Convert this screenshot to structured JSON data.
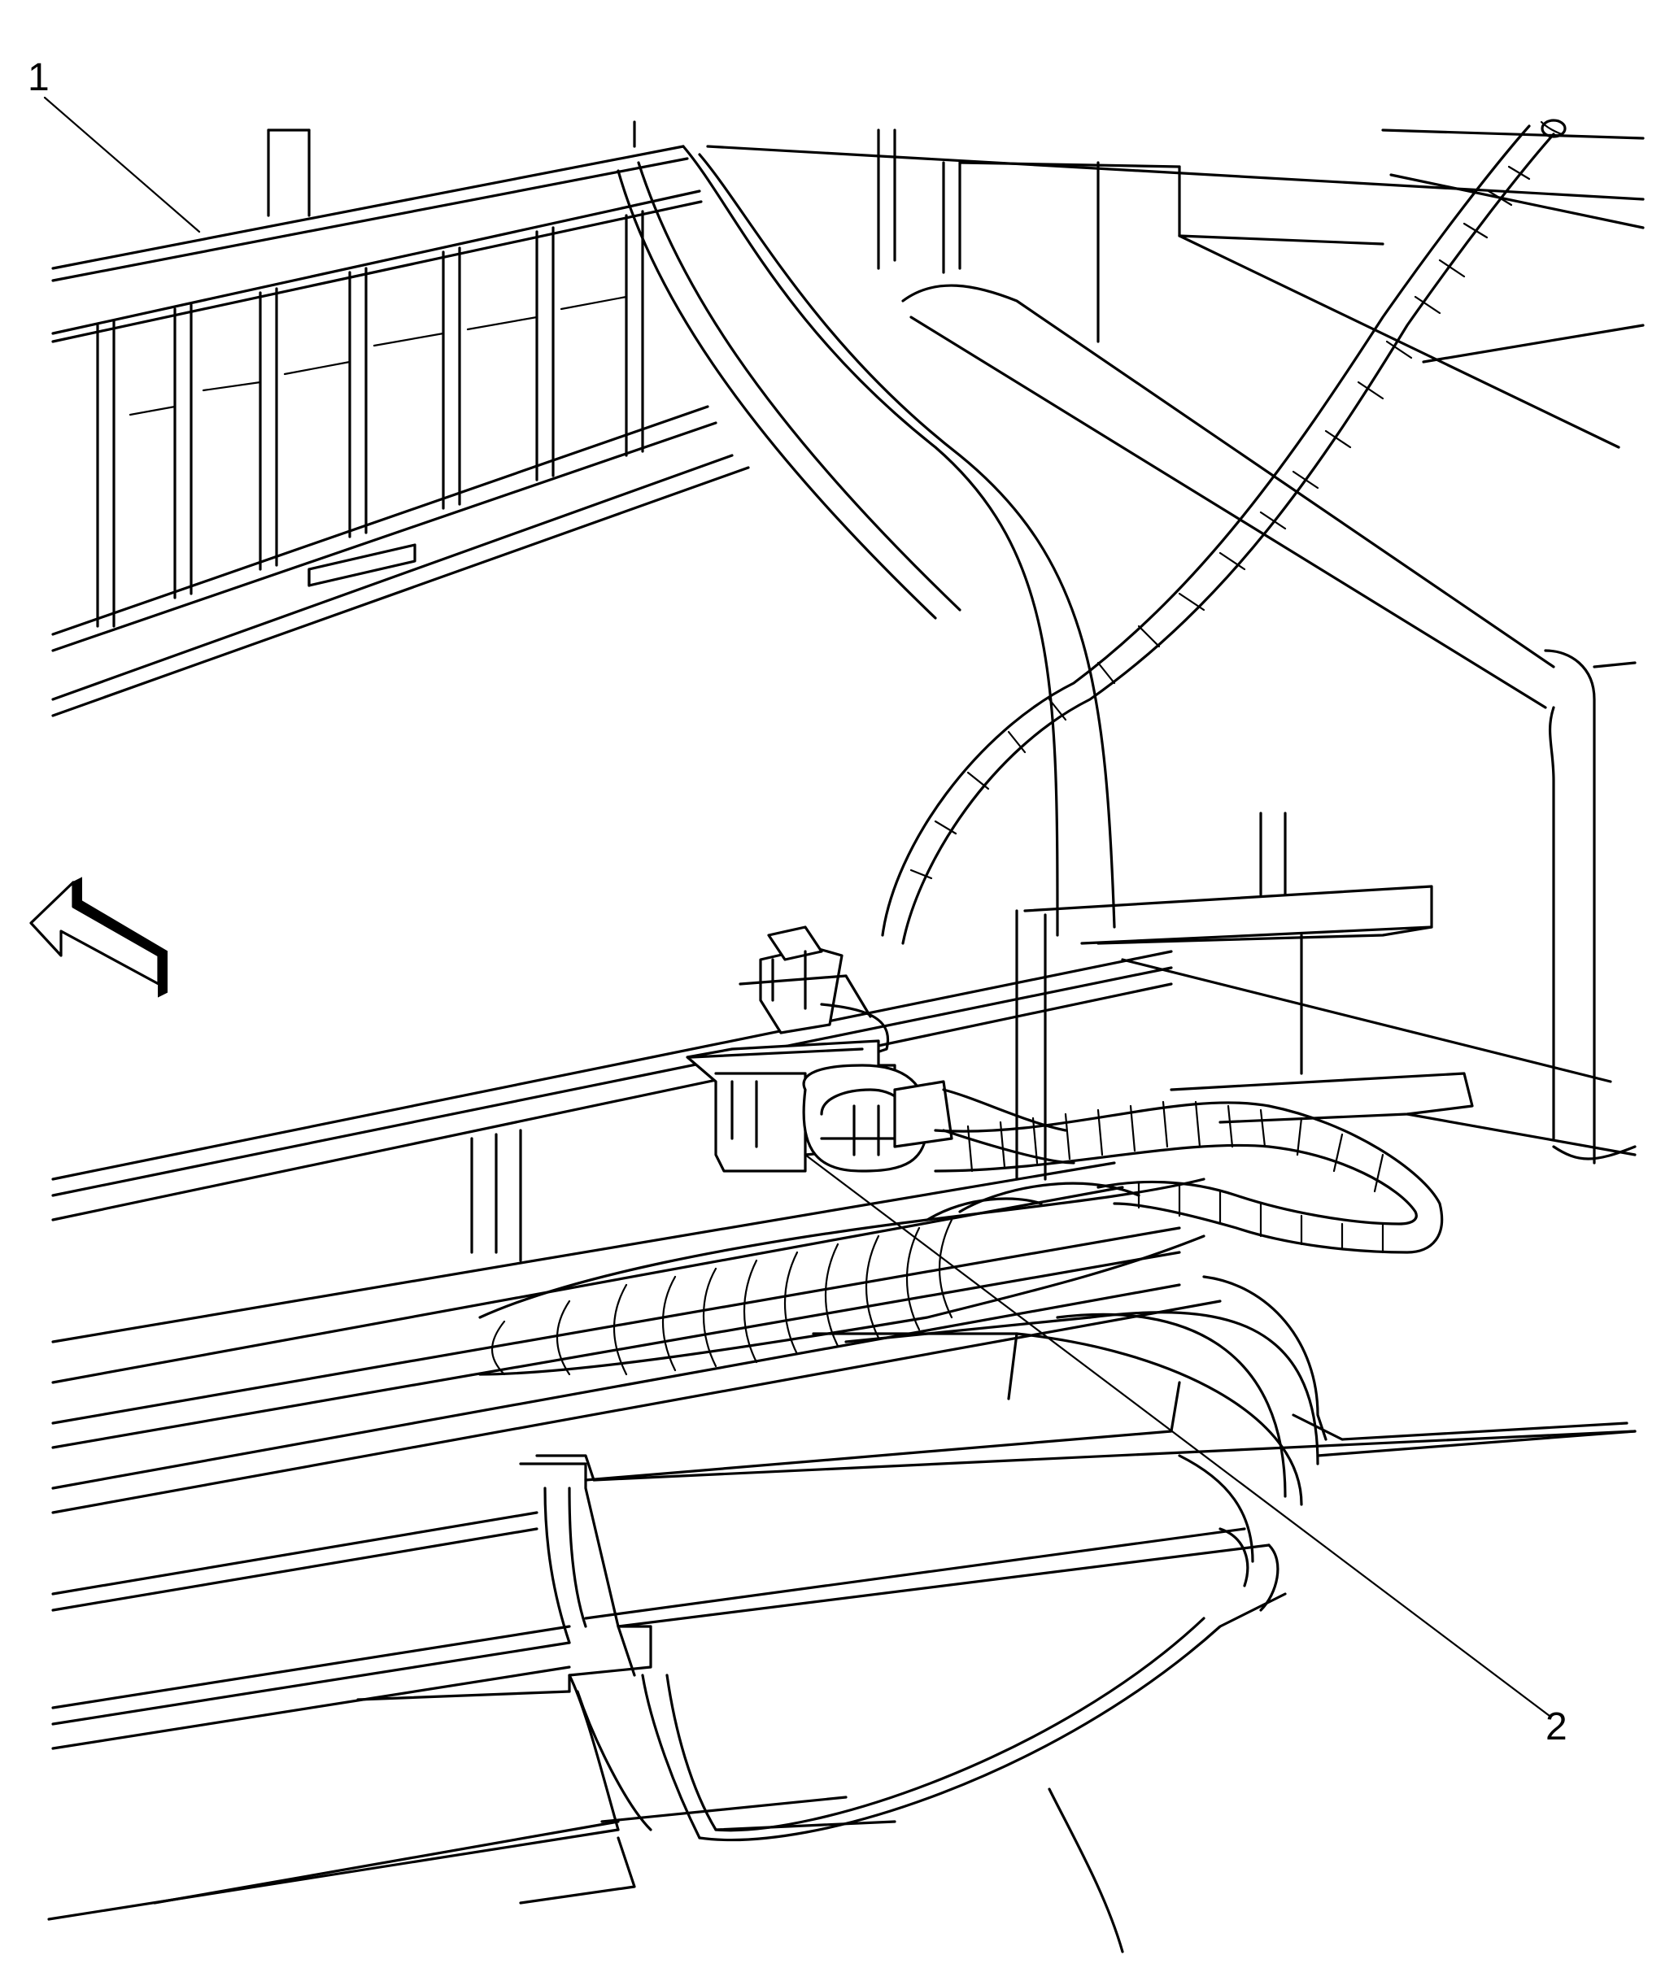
{
  "figure": {
    "callouts": [
      {
        "id": "1",
        "label": "1"
      },
      {
        "id": "2",
        "label": "2"
      }
    ],
    "colors": {
      "line": "#000000",
      "background": "#ffffff"
    },
    "icons": {
      "direction_arrow": "arrow-up-left-icon"
    }
  }
}
